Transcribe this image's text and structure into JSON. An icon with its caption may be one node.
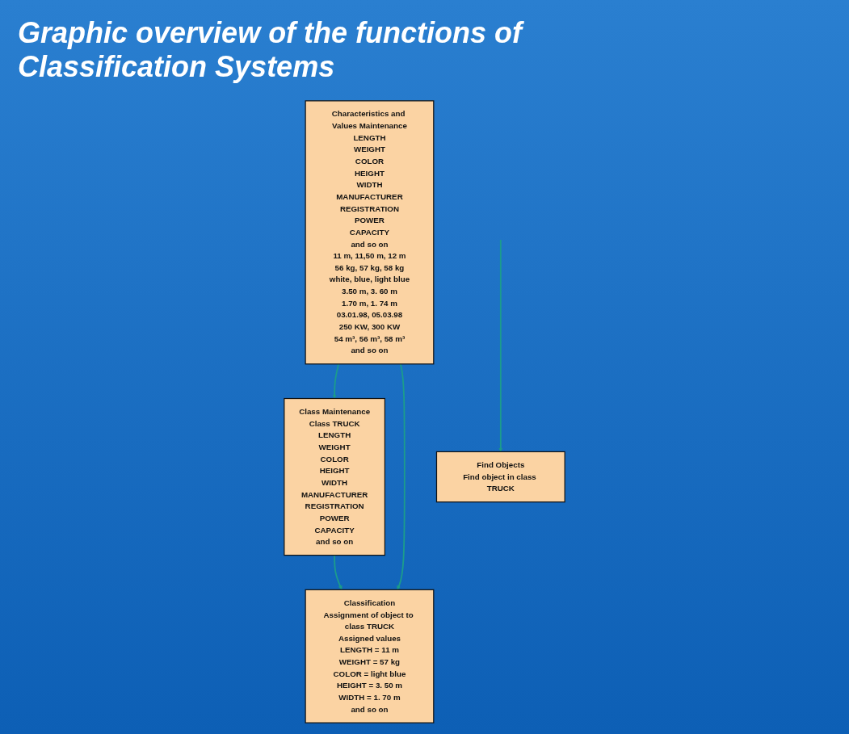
{
  "diagram": {
    "title": "Graphic overview of the functions of Classification Systems",
    "nodes": [
      {
        "text": [
          "Characteristics and Values Maintenance",
          "LENGTH",
          "WEIGHT",
          "COLOR",
          "HEIGHT",
          "WIDTH",
          "MANUFACTURER",
          "REGISTRATION",
          "POWER",
          "CAPACITY",
          "and so on",
          "11 m, 11,50 m, 12 m",
          "56 kg, 57 kg, 58 kg",
          "white, blue, light blue",
          "3.50 m, 3. 60 m",
          "1.70 m, 1. 74 m",
          "03.01.98, 05.03.98",
          "250 KW, 300 KW",
          "54 m³, 56 m³, 58 m³",
          "and so on"
        ]
      },
      {
        "text": [
          "Class Maintenance",
          "Class TRUCK",
          "LENGTH",
          "WEIGHT",
          "COLOR",
          "HEIGHT",
          "WIDTH",
          "MANUFACTURER",
          "REGISTRATION",
          "POWER",
          "CAPACITY",
          "and so on"
        ]
      },
      {
        "text": [
          "Classification",
          "Assignment of object to class TRUCK",
          "Assigned values",
          "LENGTH = 11 m",
          "WEIGHT = 57 kg",
          "COLOR = light blue",
          "HEIGHT = 3. 50 m",
          "WIDTH = 1. 70 m",
          "and so on"
        ]
      },
      {
        "text": [
          "Find Objects",
          "Find object in class TRUCK"
        ]
      }
    ],
    "edges": [
      {
        "from": 0,
        "to": 1,
        "arrow": "to"
      },
      {
        "from": 0,
        "to": 2,
        "arrow": "to"
      },
      {
        "from": 1,
        "to": 2,
        "arrow": "to"
      },
      {
        "from": null,
        "to": 3,
        "arrow": "to"
      }
    ]
  }
}
